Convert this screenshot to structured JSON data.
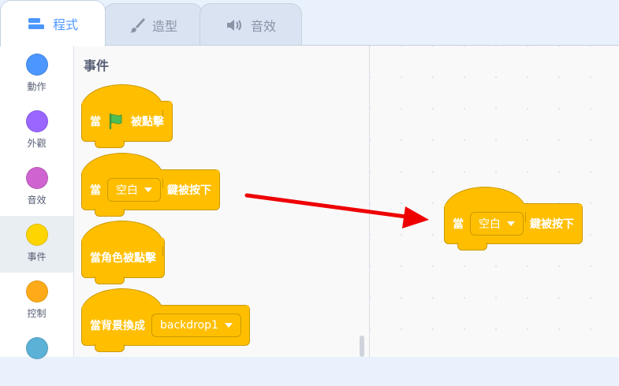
{
  "tabs": [
    {
      "label": "程式",
      "icon": "code-icon",
      "active": true
    },
    {
      "label": "造型",
      "icon": "brush-icon",
      "active": false
    },
    {
      "label": "音效",
      "icon": "speaker-icon",
      "active": false
    }
  ],
  "categories": [
    {
      "label": "動作",
      "color": "#4c97ff"
    },
    {
      "label": "外觀",
      "color": "#9966ff"
    },
    {
      "label": "音效",
      "color": "#cf63cf"
    },
    {
      "label": "事件",
      "color": "#ffd500"
    },
    {
      "label": "控制",
      "color": "#ffab19"
    },
    {
      "label": "",
      "color": "#5cb1d6"
    }
  ],
  "palette": {
    "section_title": "事件",
    "blocks": {
      "flag_clicked": {
        "prefix": "當",
        "suffix": "被點擊"
      },
      "key_pressed": {
        "prefix": "當",
        "key": "空白",
        "suffix": "鍵被按下"
      },
      "sprite_clicked": {
        "text": "當角色被點擊"
      },
      "backdrop_switch": {
        "prefix": "當背景換成",
        "backdrop": "backdrop1"
      }
    }
  },
  "workspace": {
    "block": {
      "prefix": "當",
      "key": "空白",
      "suffix": "鍵被按下"
    }
  },
  "colors": {
    "event_block": "#ffbf00",
    "event_border": "#cc9900",
    "annotation_arrow": "#ee0000",
    "accent": "#4c97ff"
  }
}
